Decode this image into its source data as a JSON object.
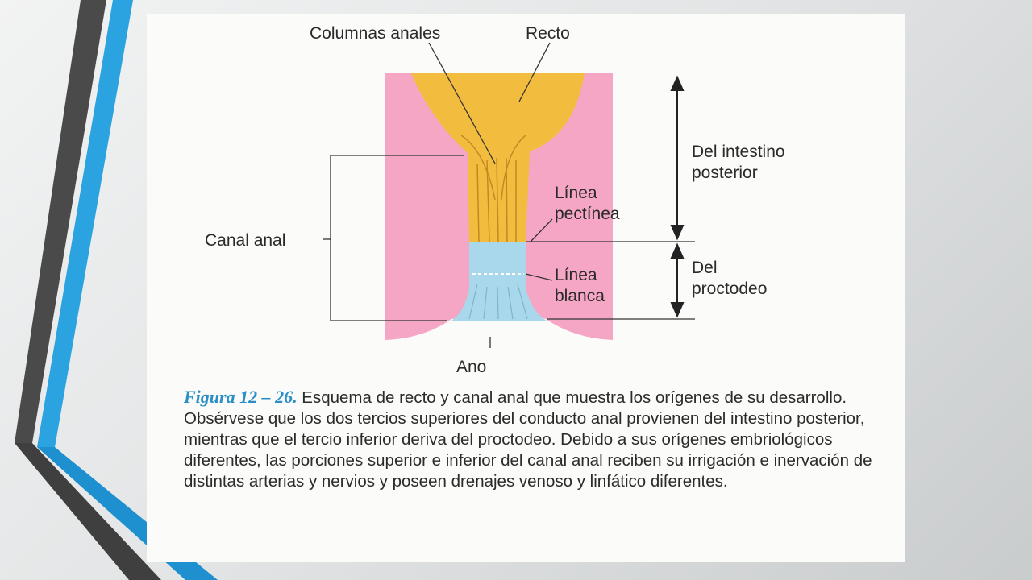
{
  "diagram": {
    "labels": {
      "columnas_anales": "Columnas anales",
      "recto": "Recto",
      "del_intestino_line1": "Del intestino",
      "del_intestino_line2": "posterior",
      "linea_pectinea_line1": "Línea",
      "linea_pectinea_line2": "pectínea",
      "canal_anal": "Canal anal",
      "del_proctodeo_line1": "Del",
      "del_proctodeo_line2": "proctodeo",
      "linea_blanca_line1": "Línea",
      "linea_blanca_line2": "blanca",
      "ano": "Ano"
    },
    "colors": {
      "pink_tissue": "#f4a6c4",
      "rectum_mucosa": "#f2bd3e",
      "proctodeum_epithelium": "#a9d8ec",
      "accent_blue": "#2aa3e0",
      "accent_dark": "#555555"
    }
  },
  "caption": {
    "figure_ref": "Figura 12 – 26.",
    "text": " Esquema de recto y canal anal que muestra los orígenes de su desarrollo. Obsérvese que los dos tercios superiores del conducto anal provienen del intestino posterior, mientras que el tercio inferior deriva del proctodeo. Debido a sus orígenes embriológicos diferentes, las porciones superior e inferior del canal anal reciben su irrigación e inervación de distintas arterias y nervios y poseen drenajes venoso y linfático diferentes."
  }
}
